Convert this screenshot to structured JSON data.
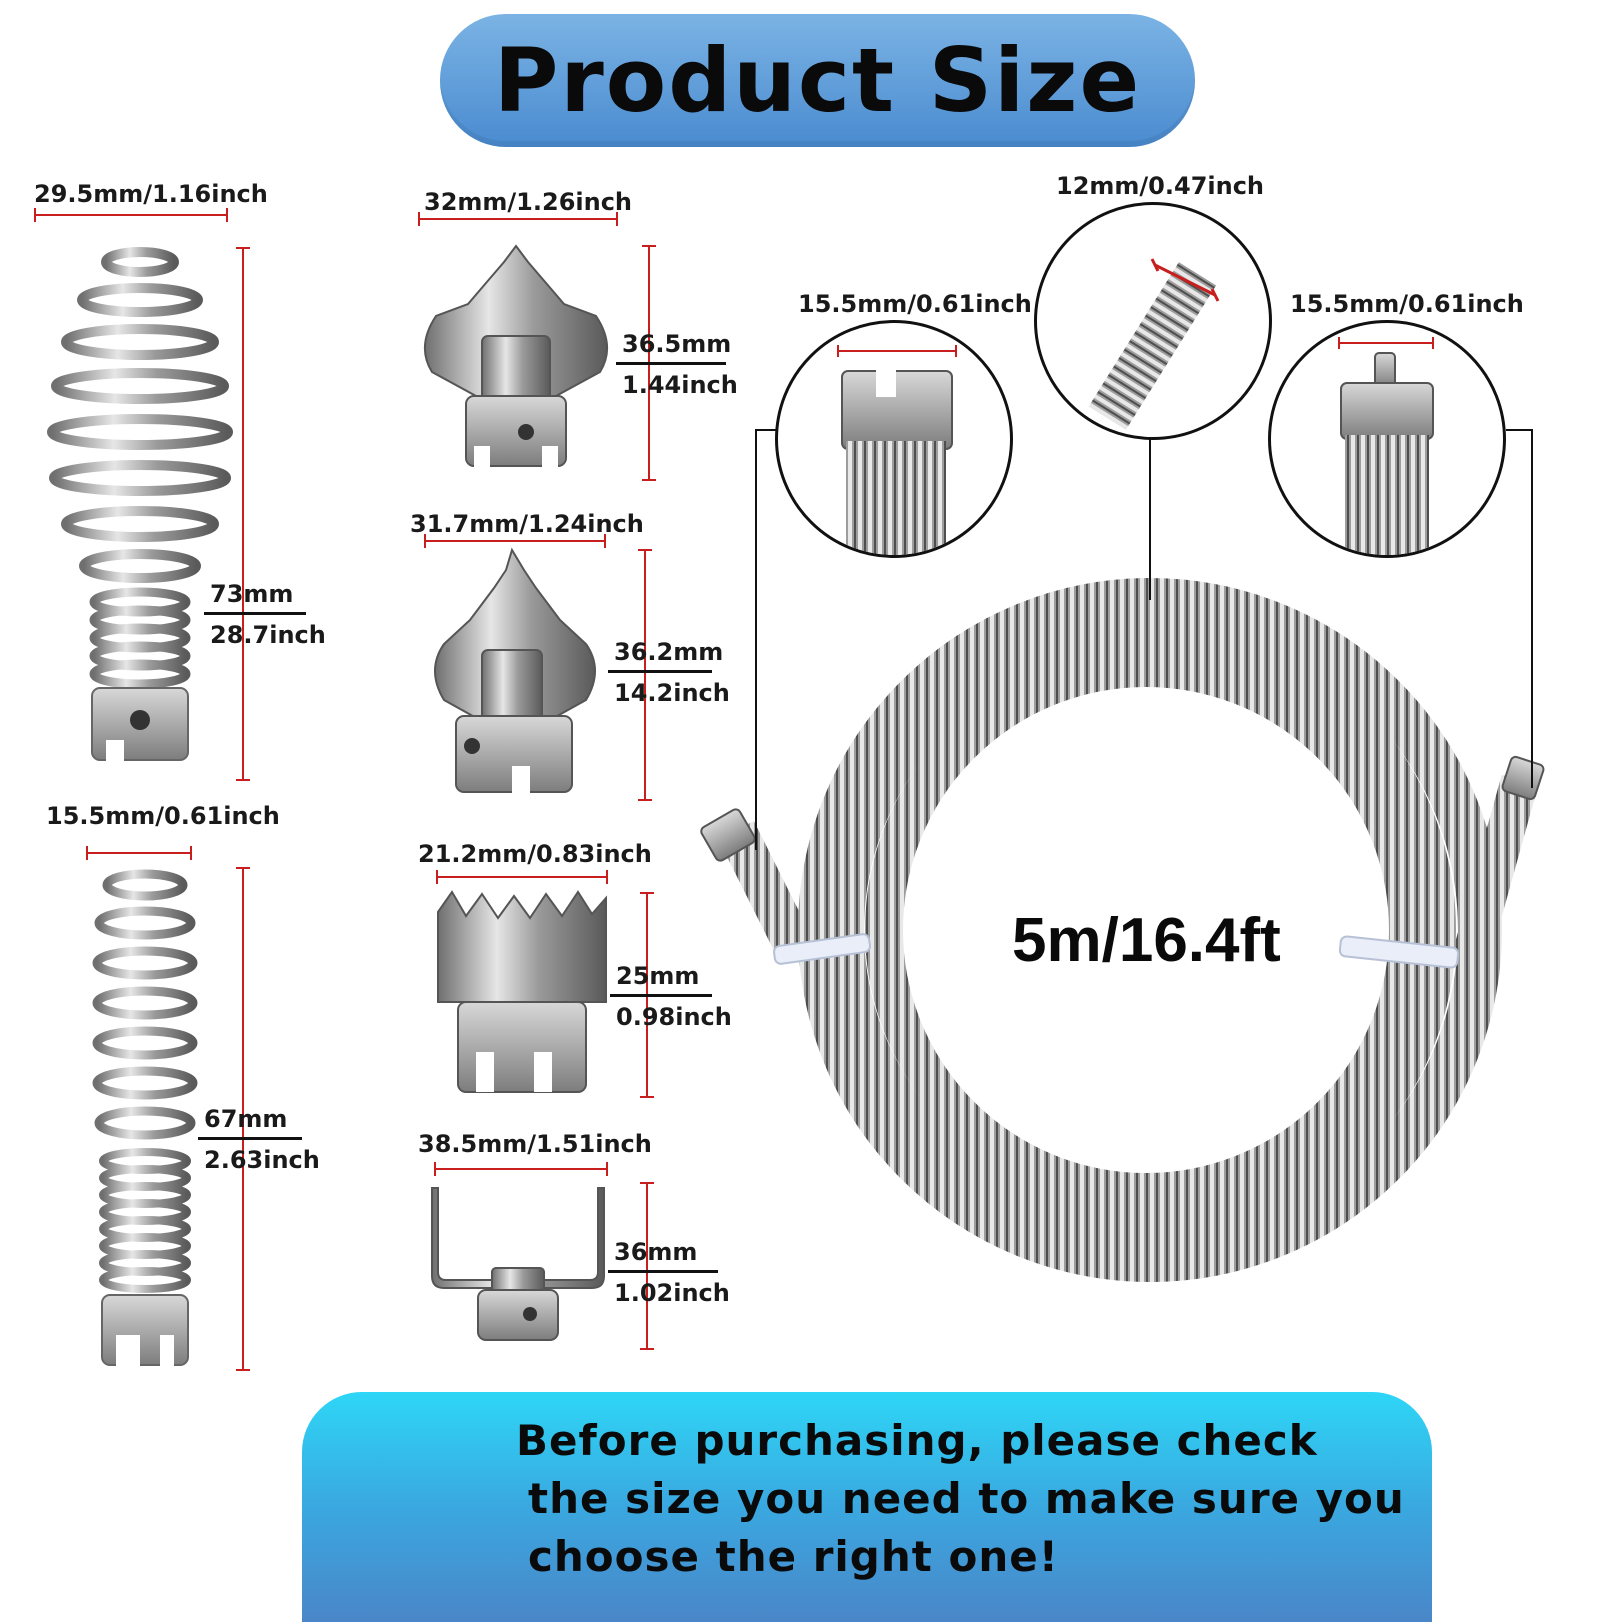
{
  "title": "Product Size",
  "parts": {
    "spring_large": {
      "width": "29.5mm/1.16inch",
      "height_mm": "73mm",
      "height_in": "28.7inch"
    },
    "spring_small": {
      "width": "15.5mm/0.61inch",
      "height_mm": "67mm",
      "height_in": "2.63inch"
    },
    "spade_a": {
      "width": "32mm/1.26inch",
      "height_mm": "36.5mm",
      "height_in": "1.44inch"
    },
    "spade_b": {
      "width": "31.7mm/1.24inch",
      "height_mm": "36.2mm",
      "height_in": "14.2inch"
    },
    "saw_cutter": {
      "width": "21.2mm/0.83inch",
      "height_mm": "25mm",
      "height_in": "0.98inch"
    },
    "u_blade": {
      "width": "38.5mm/1.51inch",
      "height_mm": "36mm",
      "height_in": "1.02inch"
    }
  },
  "hose": {
    "diameter": "12mm/0.47inch",
    "left_end": "15.5mm/0.61inch",
    "right_end": "15.5mm/0.61inch",
    "length": "5m/16.4ft"
  },
  "note": {
    "line1": "Before purchasing, please check",
    "line2": "the size you need to make sure you",
    "line3": "choose the right one!"
  },
  "colors": {
    "title_bg": "#5b9ad8",
    "banner_bg": "#34bfee",
    "dimension_line": "#c81e1e"
  }
}
